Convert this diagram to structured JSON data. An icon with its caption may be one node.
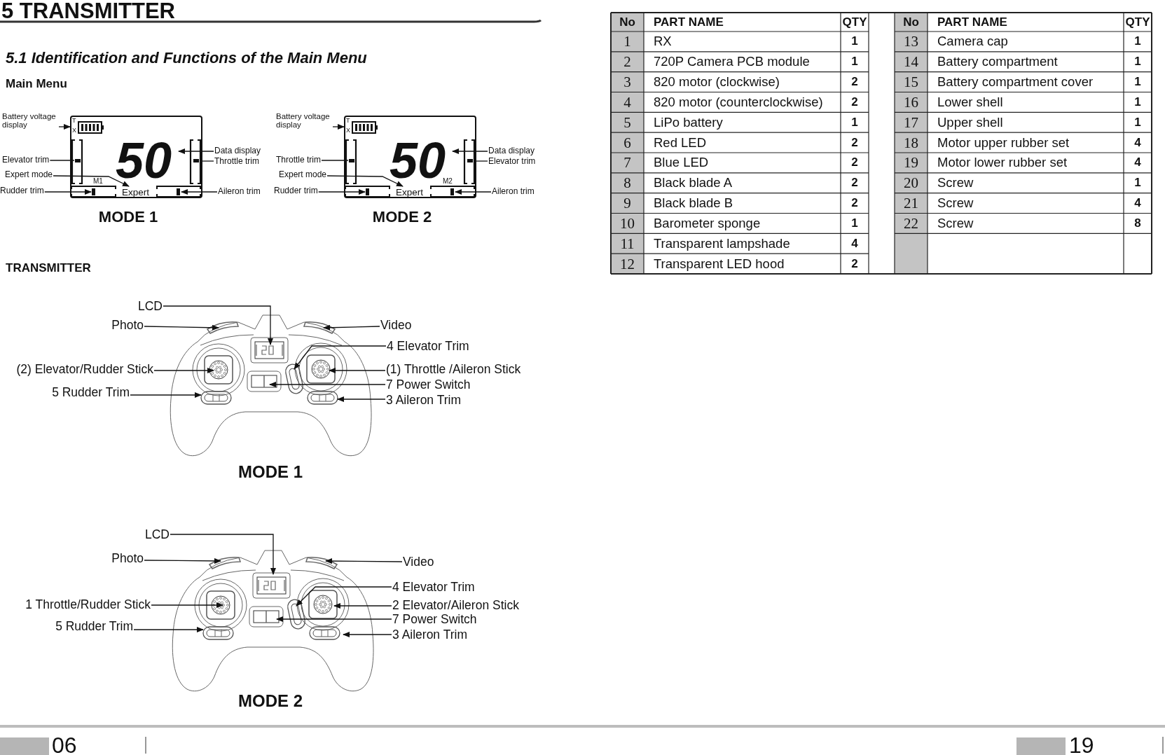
{
  "diagram": {
    "title": "5 TRANSMITTER",
    "nodes": [
      {
        "text": [
          "Battery voltage display"
        ]
      },
      {
        "text": [
          "Elevator trim"
        ]
      },
      {
        "text": [
          "Expert mode"
        ]
      },
      {
        "text": [
          "T",
          "X",
          "50",
          "M1",
          "Expert"
        ],
        "beside": [
          "MODE 1"
        ]
      },
      {
        "text": [
          "Rudder trim"
        ]
      },
      {
        "text": [
          "Data display"
        ]
      },
      {
        "text": [
          "Throttle trim"
        ]
      },
      {
        "text": [
          "Aileron trim"
        ]
      },
      {
        "text": [
          "Battery voltage display"
        ]
      },
      {
        "text": [
          "Throttle trim"
        ]
      },
      {
        "text": [
          "Expert mode"
        ]
      },
      {
        "text": [
          "T",
          "X",
          "50",
          "M2",
          "Expert"
        ],
        "beside": [
          "MODE 2"
        ]
      },
      {
        "text": [
          "Rudder trim"
        ]
      },
      {
        "text": [
          "Data display"
        ]
      },
      {
        "text": [
          "Elevator trim"
        ]
      },
      {
        "text": [
          "Aileron trim"
        ]
      },
      {
        "text": [
          "LCD"
        ]
      },
      {
        "text": [
          "Photo"
        ]
      },
      {
        "text": [
          "Video"
        ]
      },
      {
        "text": [
          "4 Elevator Trim"
        ]
      },
      {
        "text": [
          "(2) Elevator/Rudder Stick"
        ]
      },
      {
        "text": [
          "(1) Throttle /Aileron Stick"
        ]
      },
      {
        "text": [
          "7 Power Switch"
        ]
      },
      {
        "text": [
          "5 Rudder Trim"
        ]
      },
      {
        "text": [
          "3 Aileron Trim"
        ]
      },
      {
        "text": [
          "LCD"
        ]
      },
      {
        "text": [
          "Photo"
        ]
      },
      {
        "text": [
          "Video"
        ]
      },
      {
        "text": [
          "4 Elevator Trim"
        ]
      },
      {
        "text": [
          "1 Throttle/Rudder Stick"
        ]
      },
      {
        "text": [
          "2 Elevator/Aileron Stick"
        ]
      },
      {
        "text": [
          "7 Power Switch"
        ]
      },
      {
        "text": [
          "5 Rudder Trim"
        ]
      },
      {
        "text": [
          "3 Aileron Trim"
        ]
      }
    ],
    "edges": [
      {
        "from": 0,
        "to": 3,
        "arrow": "to"
      },
      {
        "from": 1,
        "to": 3,
        "arrow": "none"
      },
      {
        "from": 2,
        "to": 3,
        "arrow": "to"
      },
      {
        "from": 4,
        "to": 3,
        "arrow": "to"
      },
      {
        "from": 5,
        "to": 3,
        "arrow": "to"
      },
      {
        "from": 6,
        "to": 3,
        "arrow": "none"
      },
      {
        "from": 7,
        "to": 3,
        "arrow": "to"
      },
      {
        "from": 8,
        "to": 11,
        "arrow": "to"
      },
      {
        "from": 9,
        "to": 11,
        "arrow": "none"
      },
      {
        "from": 10,
        "to": 11,
        "arrow": "to"
      },
      {
        "from": 12,
        "to": 11,
        "arrow": "to"
      },
      {
        "from": 13,
        "to": 11,
        "arrow": "to"
      },
      {
        "from": 14,
        "to": 11,
        "arrow": "none"
      },
      {
        "from": 15,
        "to": 11,
        "arrow": "to"
      },
      {
        "from": 16,
        "to": null,
        "arrow": "to"
      },
      {
        "from": 17,
        "to": null,
        "arrow": "to"
      },
      {
        "from": 18,
        "to": null,
        "arrow": "to"
      },
      {
        "from": 19,
        "to": null,
        "arrow": "to"
      },
      {
        "from": 20,
        "to": null,
        "arrow": "to"
      },
      {
        "from": 21,
        "to": null,
        "arrow": "to"
      },
      {
        "from": 22,
        "to": null,
        "arrow": "to"
      },
      {
        "from": 23,
        "to": null,
        "arrow": "to"
      },
      {
        "from": 24,
        "to": null,
        "arrow": "to"
      },
      {
        "from": 25,
        "to": null,
        "arrow": "to"
      },
      {
        "from": 26,
        "to": null,
        "arrow": "to"
      },
      {
        "from": 27,
        "to": null,
        "arrow": "to"
      },
      {
        "from": 28,
        "to": null,
        "arrow": "to"
      },
      {
        "from": 29,
        "to": null,
        "arrow": "to"
      },
      {
        "from": 30,
        "to": null,
        "arrow": "to"
      },
      {
        "from": 31,
        "to": null,
        "arrow": "to"
      },
      {
        "from": 32,
        "to": null,
        "arrow": "to"
      },
      {
        "from": 33,
        "to": null,
        "arrow": "to"
      }
    ],
    "labels": [
      "5.1 Identification and Functions of the Main Menu",
      "Main Menu",
      "TRANSMITTER",
      "MODE 1",
      "MODE 2",
      "No",
      "PART NAME",
      "QTY",
      "1",
      "RX",
      "1",
      "2",
      "720P Camera PCB module",
      "1",
      "3",
      "820 motor (clockwise)",
      "2",
      "4",
      "820 motor (counterclockwise)",
      "2",
      "5",
      "LiPo battery",
      "1",
      "6",
      "Red LED",
      "2",
      "7",
      "Blue LED",
      "2",
      "8",
      "Black blade A",
      "2",
      "9",
      "Black blade B",
      "2",
      "10",
      "Barometer sponge",
      "1",
      "11",
      "Transparent lampshade",
      "4",
      "12",
      "Transparent LED hood",
      "2",
      "No",
      "PART NAME",
      "QTY",
      "13",
      "Camera cap",
      "1",
      "14",
      "Battery compartment",
      "1",
      "15",
      "Battery compartment cover",
      "1",
      "16",
      "Lower shell",
      "1",
      "17",
      "Upper shell",
      "1",
      "18",
      "Motor upper rubber set",
      "4",
      "19",
      "Motor lower rubber set",
      "4",
      "20",
      "Screw",
      "1",
      "21",
      "Screw",
      "4",
      "22",
      "Screw",
      "8",
      "06",
      "19"
    ]
  }
}
